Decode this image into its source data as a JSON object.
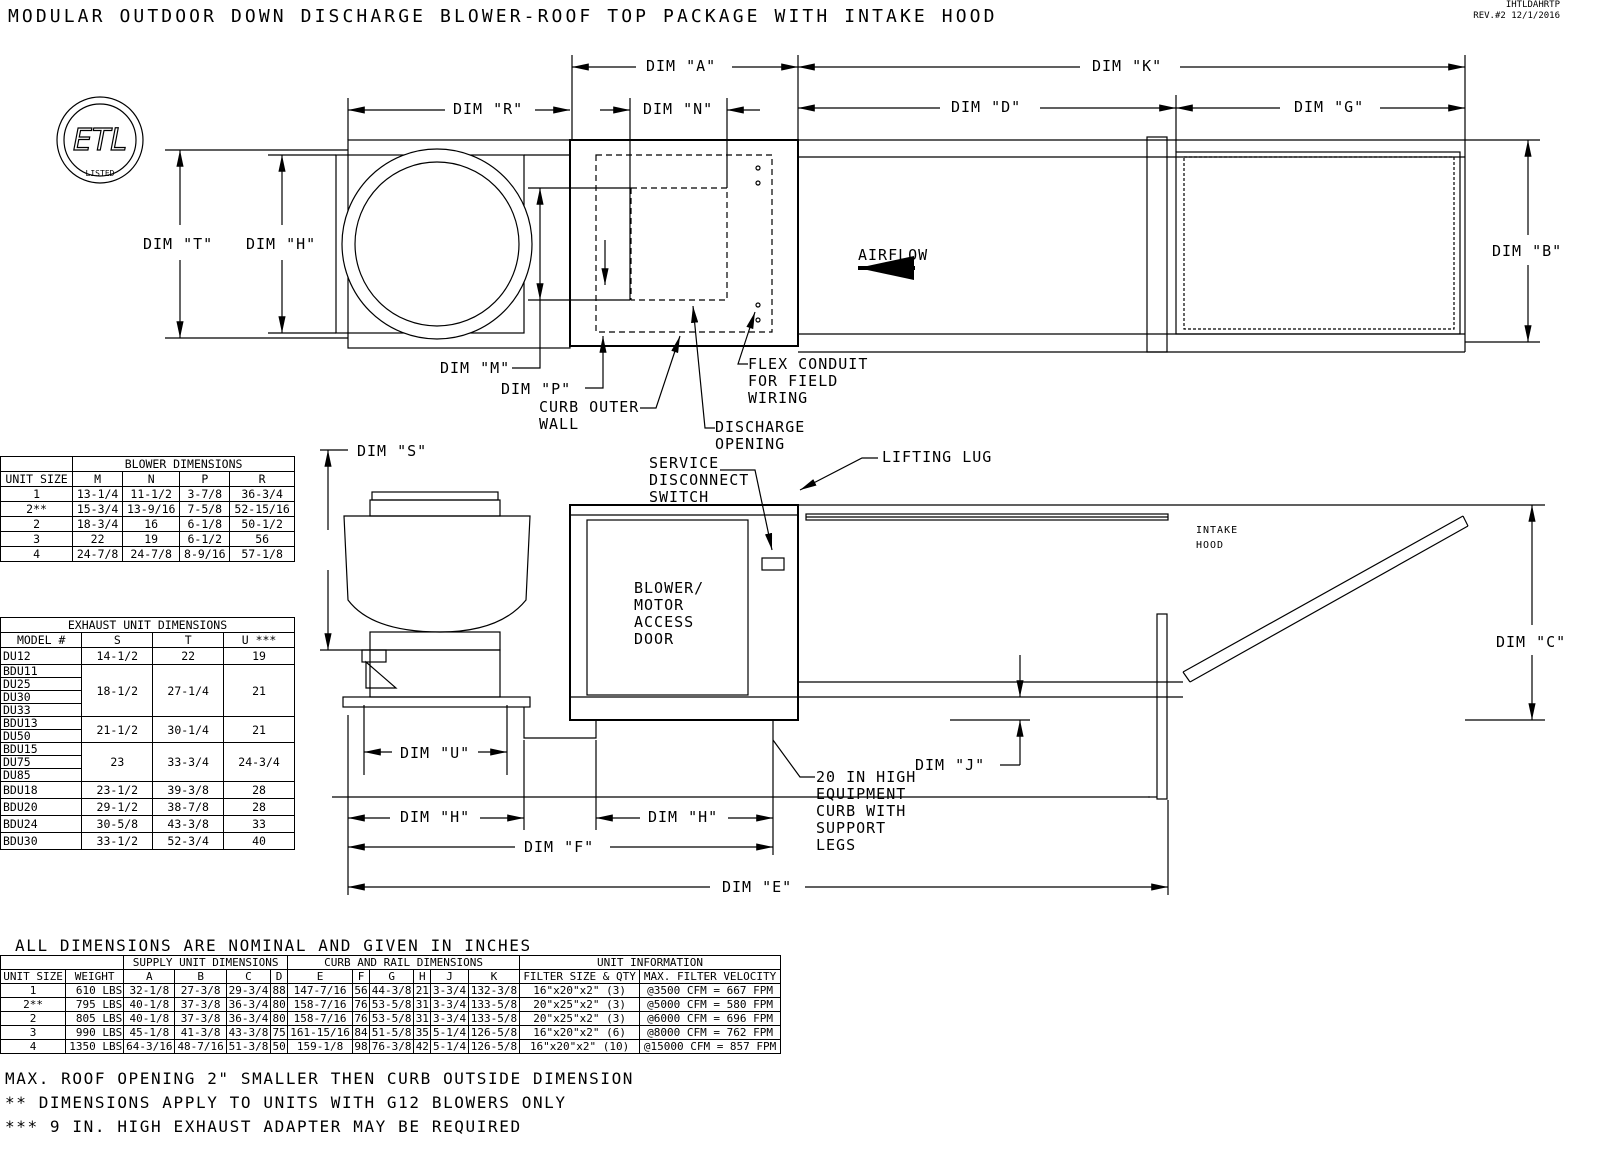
{
  "title": "MODULAR OUTDOOR DOWN DISCHARGE BLOWER-ROOF TOP PACKAGE WITH INTAKE HOOD",
  "drawing_number": "IHTLDAHRTP",
  "revision": "REV.#2   12/1/2016",
  "logo": {
    "text": "ETL",
    "sub": "LISTED"
  },
  "labels": {
    "dim_a": "DIM \"A\"",
    "dim_k": "DIM \"K\"",
    "dim_r": "DIM \"R\"",
    "dim_n": "DIM \"N\"",
    "dim_d": "DIM \"D\"",
    "dim_g": "DIM \"G\"",
    "dim_t": "DIM \"T\"",
    "dim_h_top": "DIM \"H\"",
    "dim_b": "DIM \"B\"",
    "airflow": "AIRFLOW",
    "dim_m": "DIM \"M\"",
    "dim_p": "DIM \"P\"",
    "curb_outer_wall": "CURB OUTER\nWALL",
    "flex_conduit": "FLEX CONDUIT\nFOR FIELD\nWIRING",
    "discharge_opening": "DISCHARGE\nOPENING",
    "lifting_lug": "LIFTING LUG",
    "service_switch": "SERVICE\nDISCONNECT\nSWITCH",
    "dim_s": "DIM \"S\"",
    "intake_hood": "INTAKE\nHOOD",
    "access_door": "BLOWER/\nMOTOR\nACCESS\nDOOR",
    "dim_c": "DIM \"C\"",
    "dim_u": "DIM \"U\"",
    "dim_j": "DIM \"J\"",
    "curb_note": "20 IN HIGH\nEQUIPMENT\nCURB WITH\nSUPPORT\nLEGS",
    "dim_h_left": "DIM \"H\"",
    "dim_h_right": "DIM \"H\"",
    "dim_f": "DIM \"F\"",
    "dim_e": "DIM \"E\""
  },
  "blower_table": {
    "title": "BLOWER DIMENSIONS",
    "headers": [
      "UNIT SIZE",
      "M",
      "N",
      "P",
      "R"
    ],
    "rows": [
      [
        "1",
        "13-1/4",
        "11-1/2",
        "3-7/8",
        "36-3/4"
      ],
      [
        "2**",
        "15-3/4",
        "13-9/16",
        "7-5/8",
        "52-15/16"
      ],
      [
        "2",
        "18-3/4",
        "16",
        "6-1/8",
        "50-1/2"
      ],
      [
        "3",
        "22",
        "19",
        "6-1/2",
        "56"
      ],
      [
        "4",
        "24-7/8",
        "24-7/8",
        "8-9/16",
        "57-1/8"
      ]
    ]
  },
  "exhaust_table": {
    "title": "EXHAUST UNIT DIMENSIONS",
    "headers": [
      "MODEL #",
      "S",
      "T",
      "U ***"
    ],
    "groups": [
      {
        "models": [
          "DU12"
        ],
        "s": "14-1/2",
        "t": "22",
        "u": "19"
      },
      {
        "models": [
          "BDU11",
          "DU25",
          "DU30",
          "DU33"
        ],
        "s": "18-1/2",
        "t": "27-1/4",
        "u": "21"
      },
      {
        "models": [
          "BDU13",
          "DU50"
        ],
        "s": "21-1/2",
        "t": "30-1/4",
        "u": "21"
      },
      {
        "models": [
          "BDU15",
          "DU75",
          "DU85"
        ],
        "s": "23",
        "t": "33-3/4",
        "u": "24-3/4"
      },
      {
        "models": [
          "BDU18"
        ],
        "s": "23-1/2",
        "t": "39-3/8",
        "u": "28"
      },
      {
        "models": [
          "BDU20"
        ],
        "s": "29-1/2",
        "t": "38-7/8",
        "u": "28"
      },
      {
        "models": [
          "BDU24"
        ],
        "s": "30-5/8",
        "t": "43-3/8",
        "u": "33"
      },
      {
        "models": [
          "BDU30"
        ],
        "s": "33-1/2",
        "t": "52-3/4",
        "u": "40"
      }
    ]
  },
  "main_table": {
    "caption": "ALL DIMENSIONS ARE NOMINAL AND GIVEN IN INCHES",
    "groups": [
      "SUPPLY UNIT DIMENSIONS",
      "CURB AND RAIL DIMENSIONS",
      "UNIT INFORMATION"
    ],
    "headers": [
      "UNIT SIZE",
      "WEIGHT",
      "A",
      "B",
      "C",
      "D",
      "E",
      "F",
      "G",
      "H",
      "J",
      "K",
      "FILTER SIZE & QTY",
      "MAX. FILTER VELOCITY"
    ],
    "rows": [
      [
        "1",
        "610 LBS",
        "32-1/8",
        "27-3/8",
        "29-3/4",
        "88",
        "147-7/16",
        "56",
        "44-3/8",
        "21",
        "3-3/4",
        "132-3/8",
        "16\"x20\"x2\" (3)",
        "@3500 CFM = 667 FPM"
      ],
      [
        "2**",
        "795 LBS",
        "40-1/8",
        "37-3/8",
        "36-3/4",
        "80",
        "158-7/16",
        "76",
        "53-5/8",
        "31",
        "3-3/4",
        "133-5/8",
        "20\"x25\"x2\" (3)",
        "@5000 CFM = 580 FPM"
      ],
      [
        "2",
        "805 LBS",
        "40-1/8",
        "37-3/8",
        "36-3/4",
        "80",
        "158-7/16",
        "76",
        "53-5/8",
        "31",
        "3-3/4",
        "133-5/8",
        "20\"x25\"x2\" (3)",
        "@6000 CFM = 696 FPM"
      ],
      [
        "3",
        "990 LBS",
        "45-1/8",
        "41-3/8",
        "43-3/8",
        "75",
        "161-15/16",
        "84",
        "51-5/8",
        "35",
        "5-1/4",
        "126-5/8",
        "16\"x20\"x2\" (6)",
        "@8000 CFM = 762 FPM"
      ],
      [
        "4",
        "1350 LBS",
        "64-3/16",
        "48-7/16",
        "51-3/8",
        "50",
        "159-1/8",
        "98",
        "76-3/8",
        "42",
        "5-1/4",
        "126-5/8",
        "16\"x20\"x2\" (10)",
        "@15000 CFM = 857 FPM"
      ]
    ]
  },
  "notes": [
    "MAX. ROOF OPENING 2\" SMALLER THEN CURB OUTSIDE DIMENSION",
    "** DIMENSIONS APPLY TO UNITS WITH G12 BLOWERS ONLY",
    "*** 9 IN. HIGH EXHAUST ADAPTER MAY BE REQUIRED"
  ]
}
